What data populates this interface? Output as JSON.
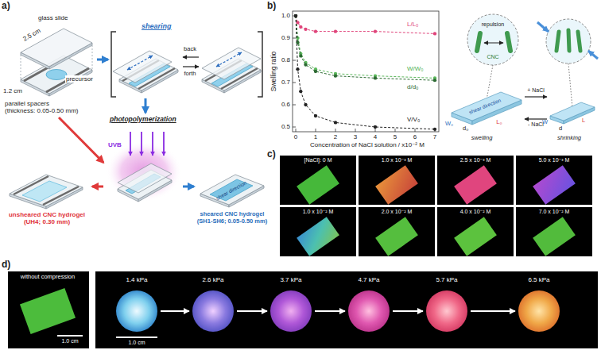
{
  "diagram": {
    "nodes": [
      {
        "text": [
          "glass slide",
          "2.5 cm",
          "1.2 cm",
          "precursor",
          "parallel spacers (thickness: 0.05-0.50 mm)"
        ]
      },
      {
        "text": [
          "shearing",
          "back",
          "forth"
        ]
      },
      {
        "text": [
          "photopolymerization",
          "UVB"
        ]
      },
      {
        "text": [
          "unsheared CNC hydrogel (UH4; 0.30 mm)"
        ]
      },
      {
        "text": [
          "shear direction",
          "sheared CNC hydrogel (SH1-SH6; 0.05-0.50 mm)"
        ]
      }
    ],
    "edges": [
      {
        "from": 0,
        "to": 1,
        "arrow": "to"
      },
      {
        "from": 1,
        "to": 2,
        "arrow": "to"
      },
      {
        "from": 0,
        "to": 2,
        "arrow": "to"
      },
      {
        "from": 2,
        "to": 3,
        "arrow": "to"
      },
      {
        "from": 2,
        "to": 4,
        "arrow": "to"
      }
    ],
    "labels": [
      "a)",
      "b)",
      "1.0",
      "0.9",
      "0.8",
      "0.7",
      "0.6",
      "0.5",
      "Swelling ratio",
      "0",
      "1",
      "2",
      "3",
      "4",
      "5",
      "6",
      "7",
      "Concentration of NaCl solution / x10⁻² M",
      "L/L₀",
      "W/W₀",
      "d/d₀",
      "V/V₀",
      "repulsion",
      "CNC",
      "shear direction",
      "W₀",
      "d₀",
      "L₀",
      "swelling",
      "+ NaCl",
      "- NaCl",
      "W",
      "d",
      "L",
      "shrinking",
      "c)",
      "[NaCl]: 0 M",
      "1.0 x 10⁻³ M",
      "2.5 x 10⁻³ M",
      "5.0 x 10⁻³ M",
      "1.0 x 10⁻² M",
      "2.0 x 10⁻² M",
      "4.0 x 10⁻² M",
      "7.0 x 10⁻² M",
      "d)",
      "without compression",
      "1.0 cm",
      "1.4 kPa",
      "2.6 kPa",
      "3.7 kPa",
      "4.7 kPa",
      "5.7 kPa",
      "6.5 kPa",
      "1.0 cm"
    ]
  }
}
